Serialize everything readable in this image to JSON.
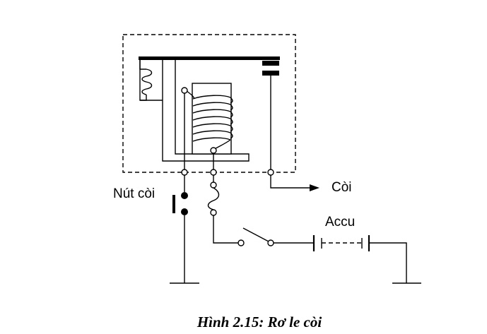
{
  "labels": {
    "horn": "Còi",
    "horn_button": "Nút còi",
    "battery": "Accu"
  },
  "caption": "Hình 2.15: Rơ le còi"
}
